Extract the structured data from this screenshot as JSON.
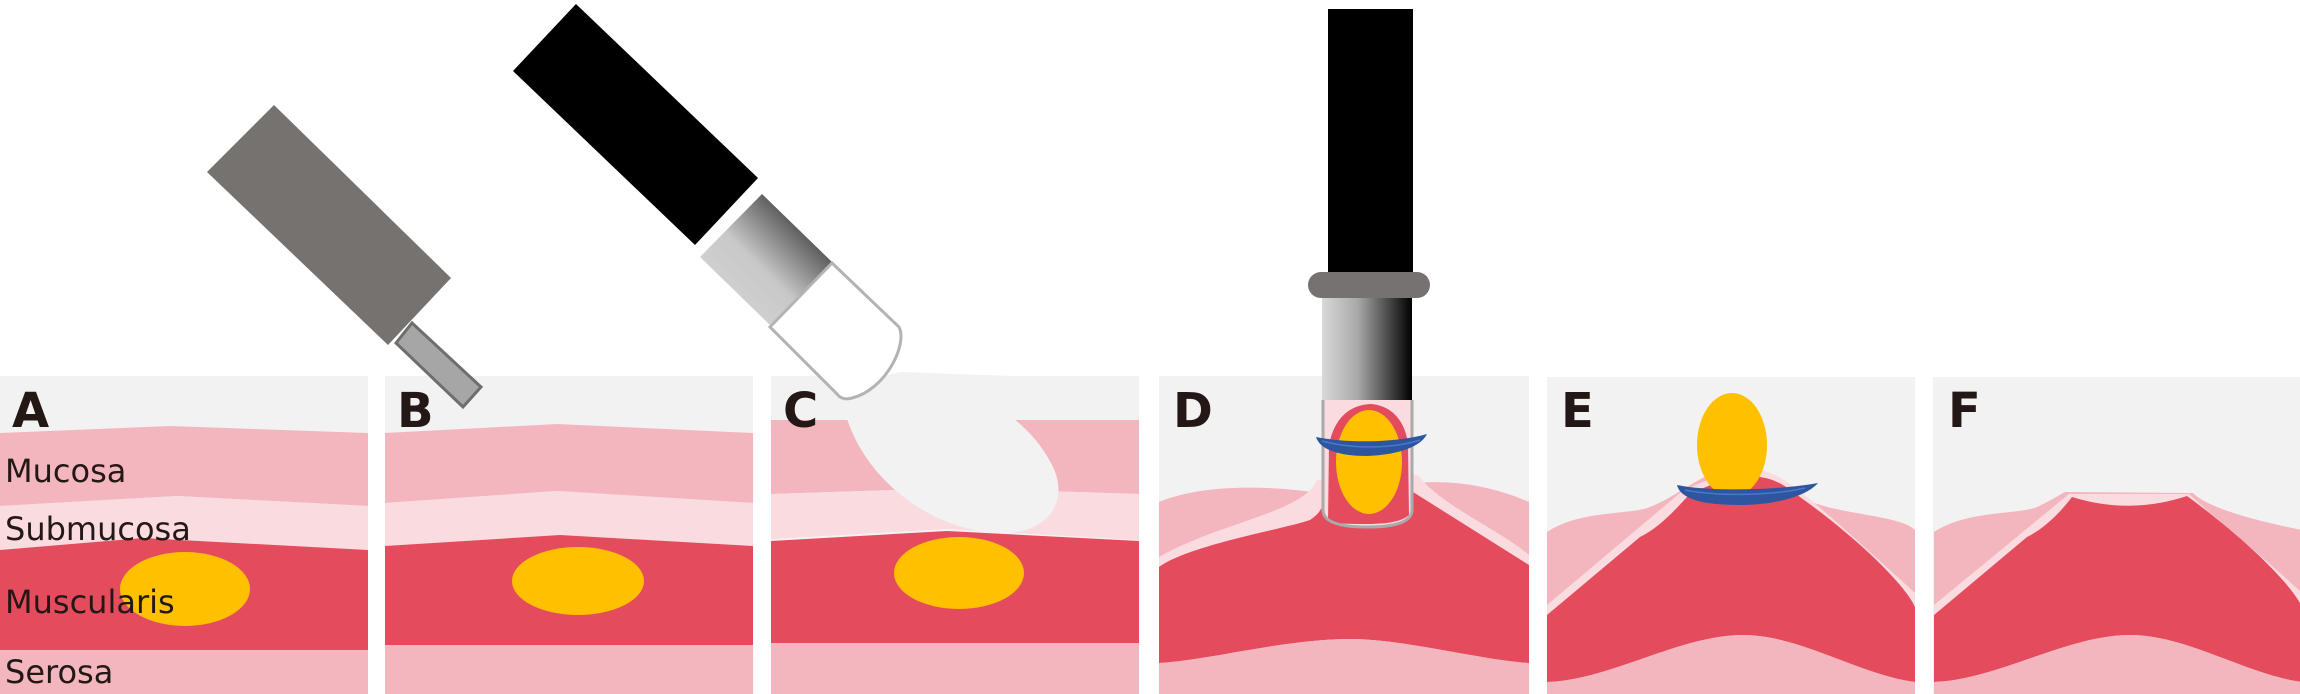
{
  "panels": {
    "a": {
      "label": "A"
    },
    "b": {
      "label": "B"
    },
    "c": {
      "label": "C"
    },
    "d": {
      "label": "D"
    },
    "e": {
      "label": "E"
    },
    "f": {
      "label": "F"
    }
  },
  "layers": {
    "mucosa": "Mucosa",
    "submucosa": "Submucosa",
    "muscularis": "Muscularis",
    "serosa": "Serosa"
  },
  "colors": {
    "background": "#f2f2f2",
    "mucosa": "#f4b6be",
    "submucosa": "#f9dbe0",
    "muscularis": "#e44c5e",
    "serosa": "#f4b6be",
    "tumor": "#ffc000",
    "band": "#2e55a0"
  }
}
